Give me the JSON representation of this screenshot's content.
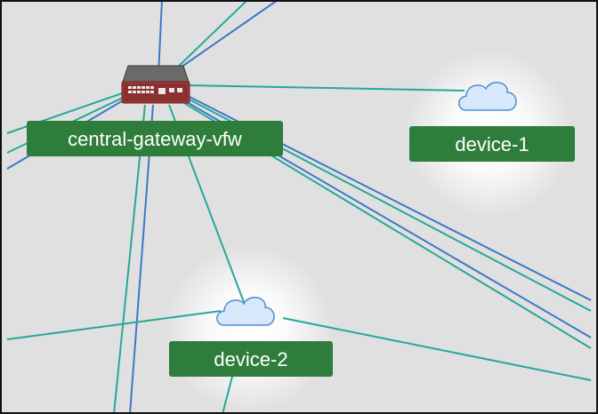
{
  "nodes": {
    "gateway": {
      "label": "central-gateway-vfw",
      "icon": "firewall-appliance-icon",
      "label_color": "#2f7d3b"
    },
    "device1": {
      "label": "device-1",
      "icon": "cloud-icon",
      "label_color": "#2f7d3b"
    },
    "device2": {
      "label": "device-2",
      "icon": "cloud-icon",
      "label_color": "#2f7d3b"
    }
  },
  "colors": {
    "background": "#e0e0e0",
    "link_teal": "#26a89a",
    "link_blue": "#3c78c8",
    "cloud_fill": "#d6e8fa",
    "cloud_stroke": "#4d8fd6",
    "border": "#111111"
  }
}
